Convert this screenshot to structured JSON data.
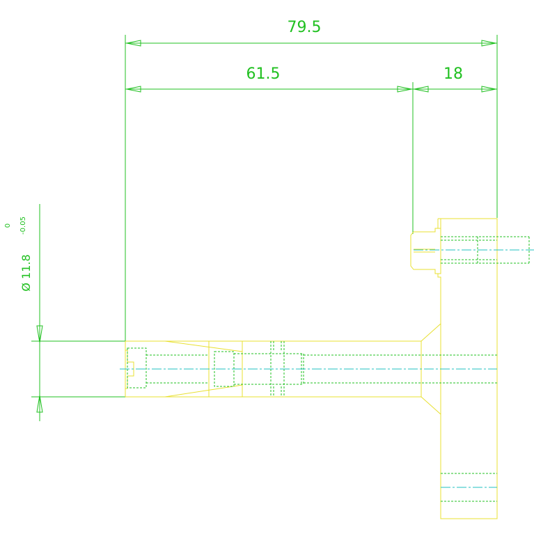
{
  "colors": {
    "background": "#ffffff",
    "dimension": "#20c020",
    "outline": "#e8e030",
    "hidden": "#20c020",
    "centerline": "#20c0c0"
  },
  "dimensions": {
    "overall_length": "79.5",
    "shaft_length": "61.5",
    "flange_offset": "18",
    "diameter": "Ø 11.8",
    "tol_upper": "0",
    "tol_lower": "-0.05"
  }
}
